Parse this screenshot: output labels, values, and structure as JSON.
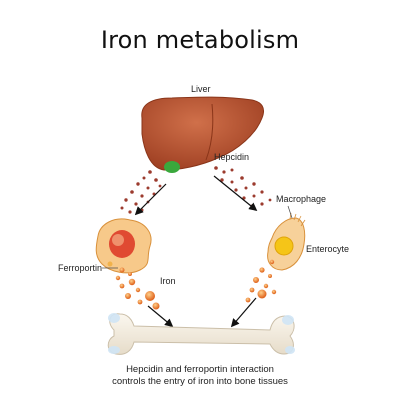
{
  "title": "Iron metabolism",
  "labels": {
    "liver": "Liver",
    "hepcidin": "Hepcidin",
    "macrophage": "Macrophage",
    "enterocyte": "Enterocyte",
    "ferroportin": "Ferroportin",
    "iron": "Iron"
  },
  "caption": {
    "line1": "Hepcidin and ferroportin interaction",
    "line2": "controls the entry of iron into bone tissues"
  },
  "colors": {
    "liver": "#b8532f",
    "gallbladder": "#3aa83c",
    "hepcidin_dot": "#9c3b2e",
    "iron_dot": "#e8742a",
    "bone": "#f3ece0",
    "cartilage": "#cfe4f5"
  }
}
